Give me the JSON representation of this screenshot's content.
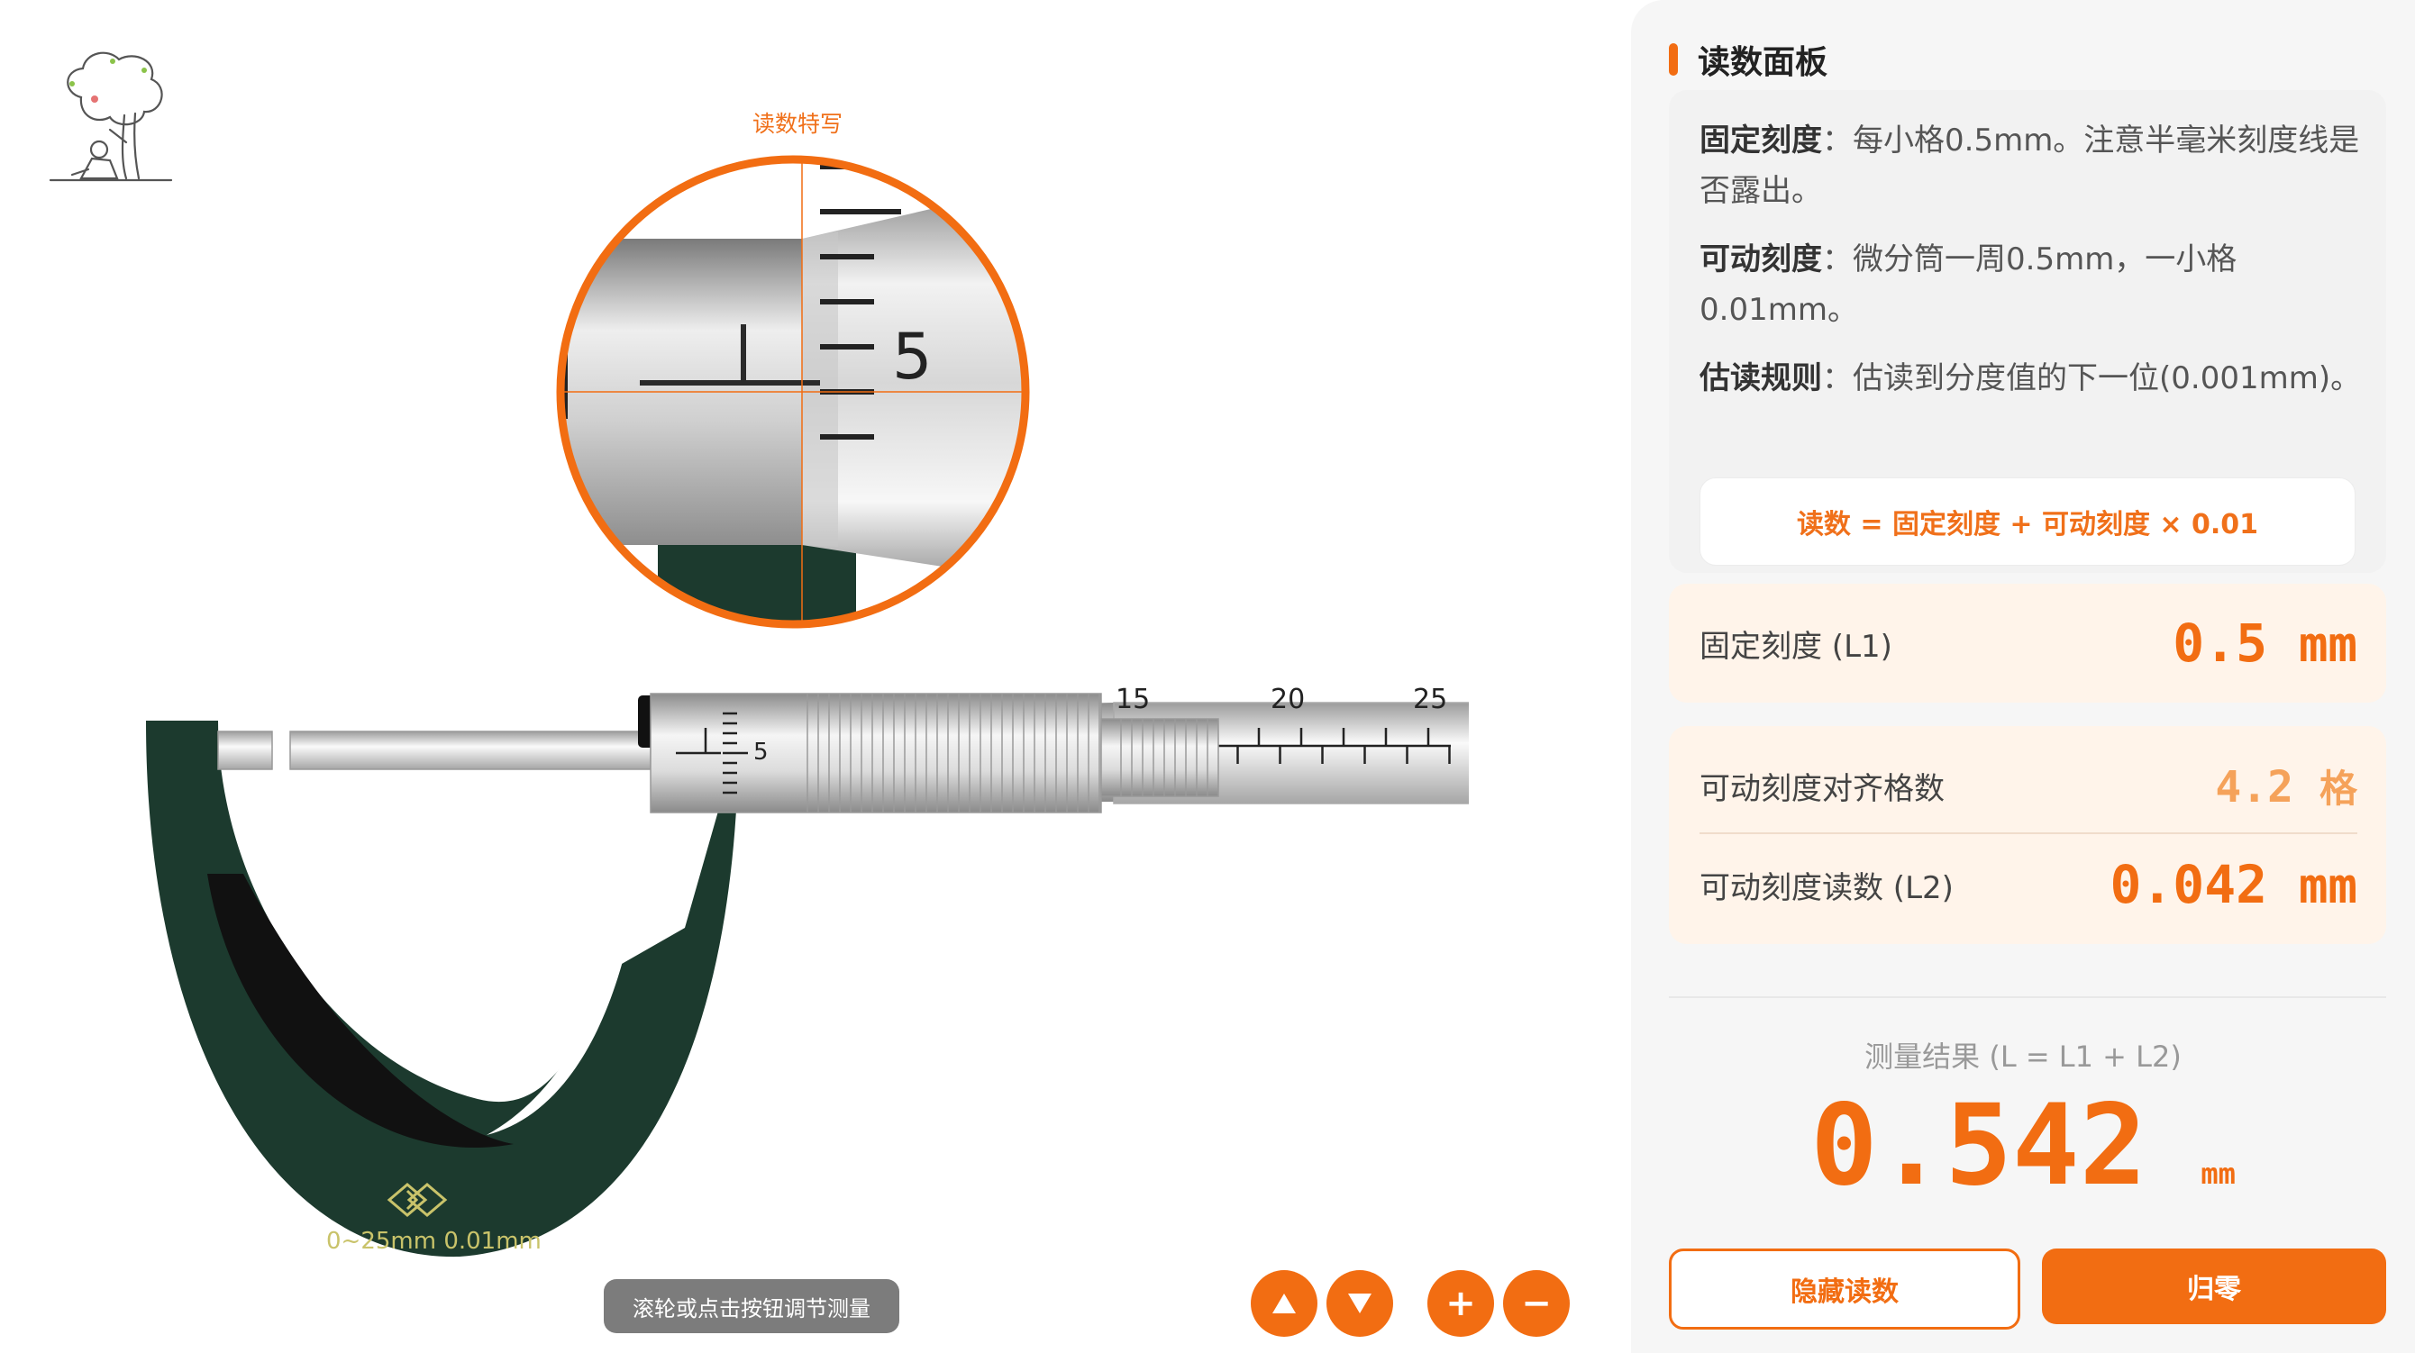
{
  "colors": {
    "accent": "#f26d12",
    "frame": "#1c3a2e",
    "frame_text": "#c9c36a"
  },
  "icons": {
    "logo": "tree-reading-logo",
    "up": "triangle-up-icon",
    "down": "triangle-down-icon",
    "plus": "plus-icon",
    "minus": "minus-icon"
  },
  "zoom": {
    "title": "读数特写",
    "label": "5"
  },
  "micrometer": {
    "sleeve_labels": [
      "15",
      "20",
      "25"
    ],
    "thimble_label": "5",
    "frame_text": "0~25mm   0.01mm"
  },
  "hint": "滚轮或点击按钮调节测量",
  "controls": {
    "plus": "+",
    "minus": "−"
  },
  "panel": {
    "title": "读数面板",
    "rules": [
      {
        "term": "固定刻度",
        "text": "：每小格0.5mm。注意半毫米刻度线是否露出。"
      },
      {
        "term": "可动刻度",
        "text": "：微分筒一周0.5mm，一小格0.01mm。"
      },
      {
        "term": "估读规则",
        "text": "：估读到分度值的下一位(0.001mm)。"
      }
    ],
    "formula": "读数 = 固定刻度 + 可动刻度 × 0.01",
    "fixed": {
      "label": "固定刻度 (L1)",
      "value": "0.5",
      "unit": "mm"
    },
    "grid": {
      "label": "可动刻度对齐格数",
      "value": "4.2",
      "unit": "格"
    },
    "movable": {
      "label": "可动刻度读数 (L2)",
      "value": "0.042",
      "unit": "mm"
    },
    "result": {
      "label": "测量结果 (L = L1 + L2)",
      "value": "0.542",
      "unit": "mm"
    },
    "hide_button": "隐藏读数",
    "zero_button": "归零"
  }
}
